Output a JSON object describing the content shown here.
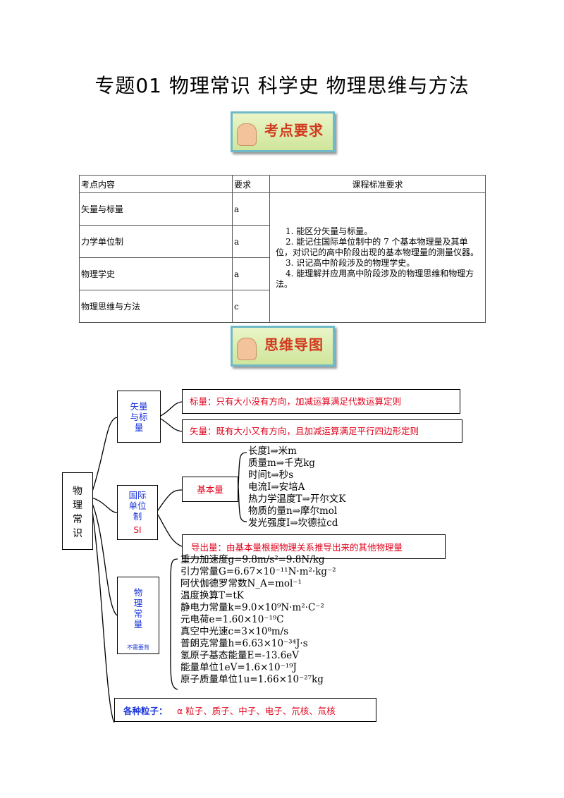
{
  "title": "专题01  物理常识  科学史  物理思维与方法",
  "banners": {
    "kaodian": "考点要求",
    "siwei": "思维导图"
  },
  "table": {
    "headers": [
      "考点内容",
      "要求",
      "课程标准要求"
    ],
    "rows": [
      {
        "topic": "矢量与标量",
        "level": "a"
      },
      {
        "topic": "力学单位制",
        "level": "a"
      },
      {
        "topic": "物理学史",
        "level": "a"
      },
      {
        "topic": "物理思维与方法",
        "level": "c"
      }
    ],
    "standards": [
      "1.  能区分矢量与标量。",
      "2.  能记住国际单位制中的 7 个基本物理量及其单位，对识记的高中阶段出现的基本物理量的测量仪器。",
      "3.  识记高中阶段涉及的物理学史。",
      "4.  能理解并应用高中阶段涉及的物理思维和物理方法。"
    ]
  },
  "mindmap": {
    "root": "物理常识",
    "vector": {
      "label": "矢量与标量",
      "scalar": "标量：只有大小没有方向，加减运算满足代数运算定则",
      "vec": "矢量：既有大小又有方向，且加减运算满足平行四边形定则"
    },
    "si": {
      "label": "国际单位制",
      "sub": "SI",
      "basic": "基本量",
      "derived": "导出量：由基本量根据物理关系推导出来的其他物理量",
      "units": [
        "长度l⇒米m",
        "质量m⇒千克kg",
        "时间t⇒秒s",
        "电流I⇒安培A",
        "热力学温度T⇒开尔文K",
        "物质的量n⇒摩尔mol",
        "发光强度I⇒坎德拉cd"
      ]
    },
    "constants": {
      "label": "物理常量",
      "note": "不需要背",
      "items": [
        "重力加速度g=9.8m/s²=9.8N/kg",
        "引力常量G=6.67×10⁻¹¹N·m²·kg⁻²",
        "阿伏伽德罗常数N_A=mol⁻¹",
        "温度换算T=tK",
        "静电力常量k=9.0×10⁹N·m²·C⁻²",
        "元电荷e=1.60×10⁻¹⁹C",
        "真空中光速c=3×10⁸m/s",
        "普朗克常量h=6.63×10⁻³⁴J·s",
        "氢原子基态能量E=-13.6eV",
        "能量单位1eV=1.6×10⁻¹⁹J",
        "原子质量单位1u=1.66×10⁻²⁷kg"
      ]
    },
    "particles": {
      "label": "各种粒子：",
      "value": "α 粒子、质子、中子、电子、氘核、氚核"
    }
  }
}
